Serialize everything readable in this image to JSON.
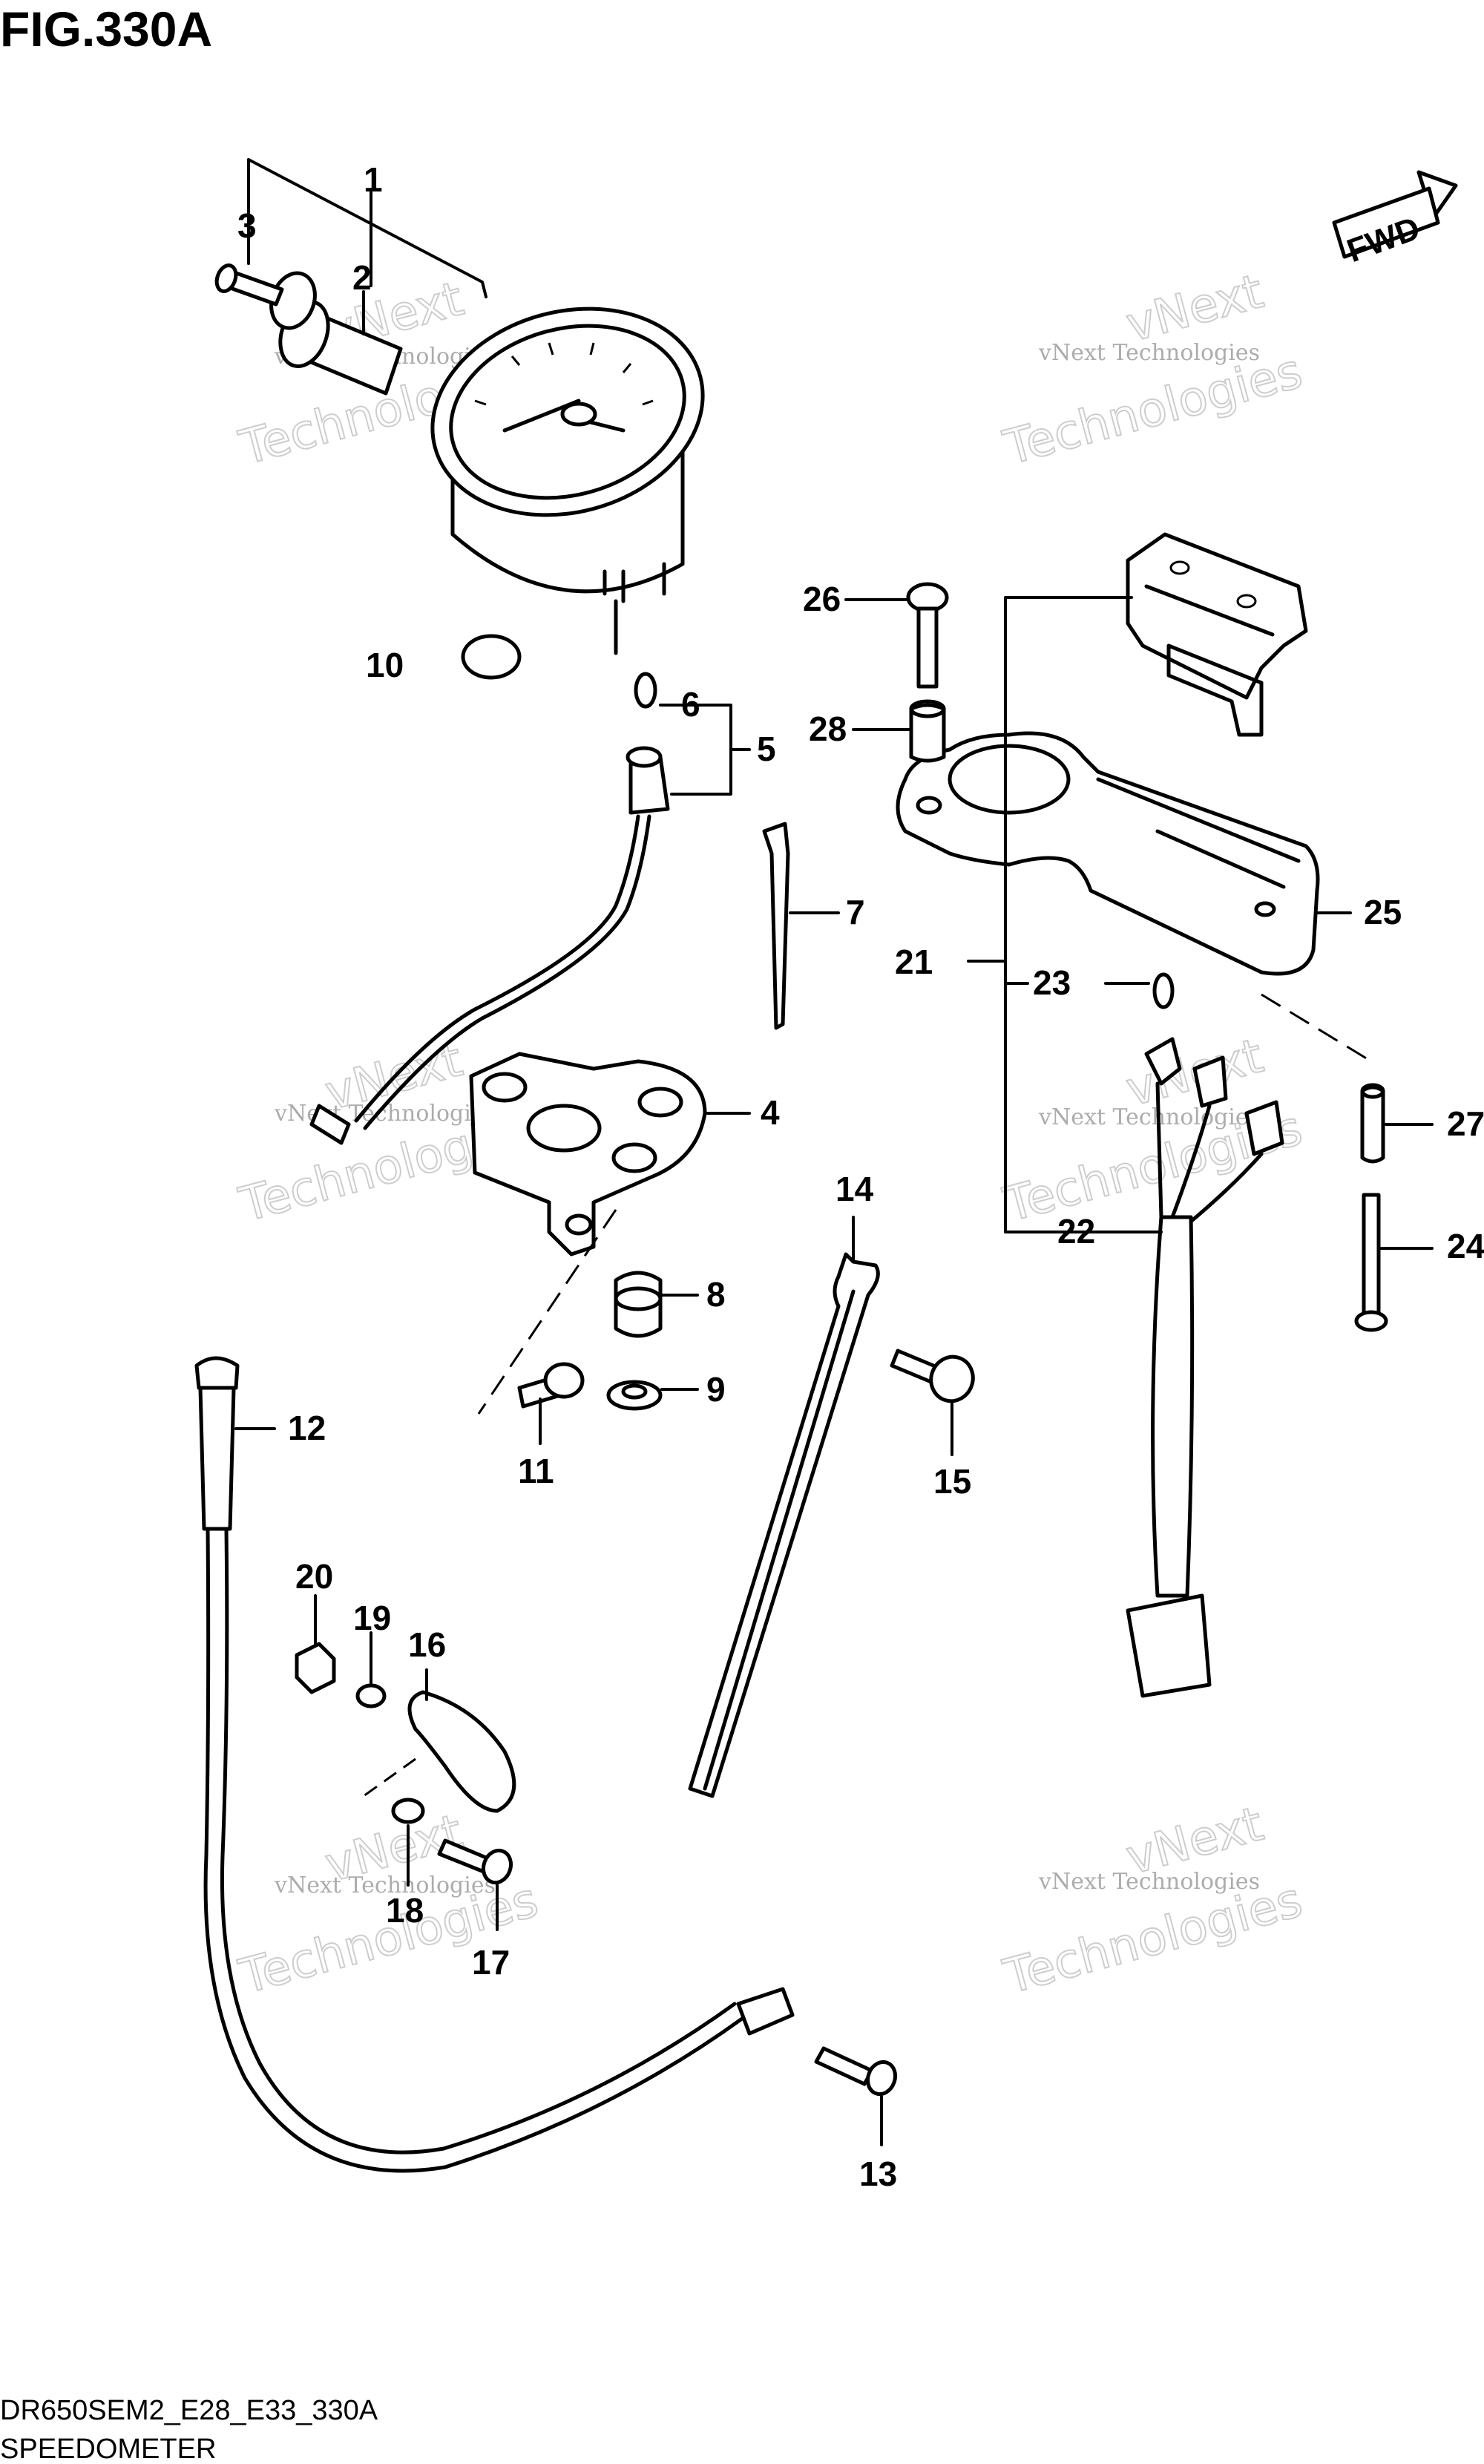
{
  "figure": {
    "title": "FIG.330A",
    "footer_code": "DR650SEM2_E28_E33_330A",
    "footer_name": "SPEEDOMETER",
    "direction_badge": "FWD"
  },
  "watermark": {
    "line1": "vNext Technologies",
    "line2": "vNext",
    "line3": "Technologies"
  },
  "callouts": [
    "1",
    "2",
    "3",
    "4",
    "5",
    "6",
    "7",
    "8",
    "9",
    "10",
    "11",
    "12",
    "13",
    "14",
    "15",
    "16",
    "17",
    "18",
    "19",
    "20",
    "21",
    "22",
    "23",
    "24",
    "25",
    "26",
    "27",
    "28"
  ]
}
